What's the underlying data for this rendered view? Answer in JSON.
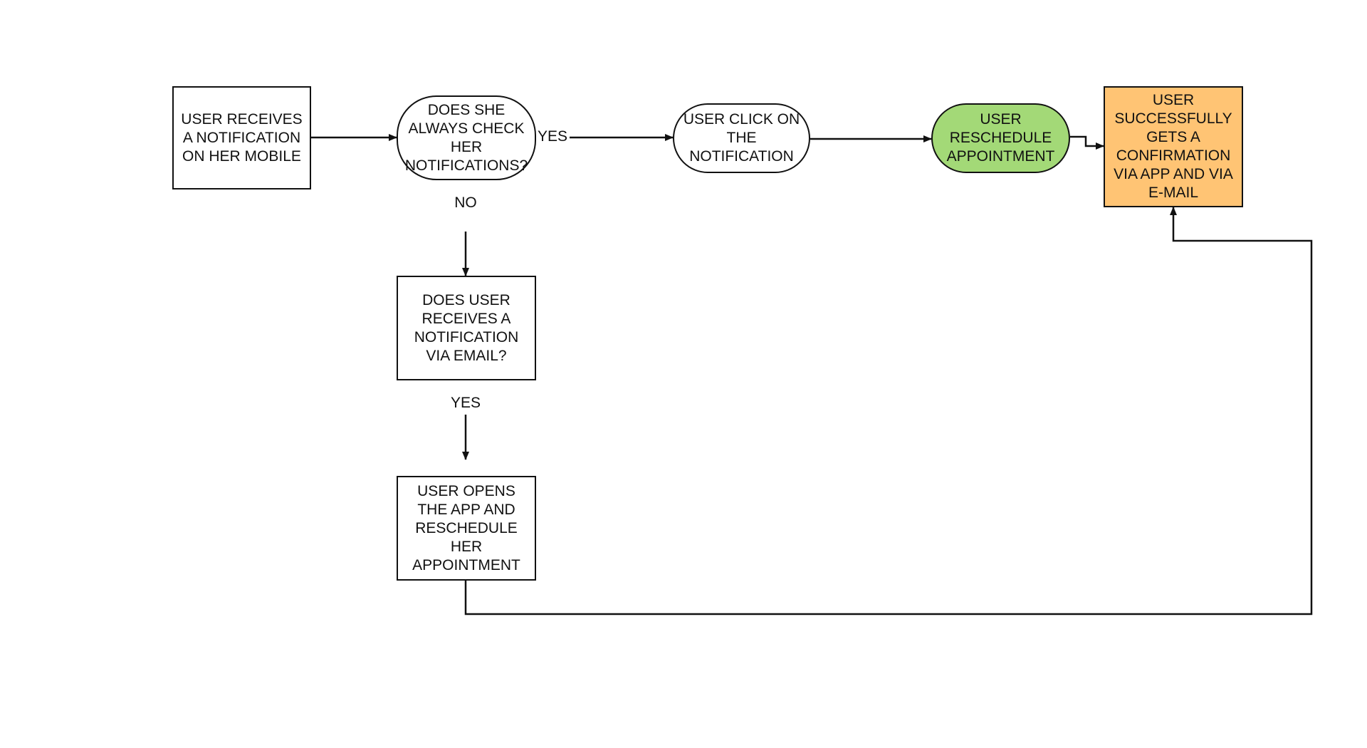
{
  "colors": {
    "line": "#111111",
    "reschedule_fill": "#a3d977",
    "confirmation_fill": "#ffc474",
    "default_fill": "#ffffff"
  },
  "nodes": {
    "receive_notification": "USER RECEIVES\nA NOTIFICATION\nON HER MOBILE",
    "check_notifications": "DOES SHE\nALWAYS CHECK\nHER\nNOTIFICATIONS?",
    "click_notification": "USER CLICK ON\nTHE\nNOTIFICATION",
    "reschedule": "USER\nRESCHEDULE\nAPPOINTMENT",
    "confirmation": "USER\nSUCCESSFULLY\nGETS A\nCONFIRMATION\nVIA APP AND VIA\nE-MAIL",
    "email_notification": "DOES USER\nRECEIVES A\nNOTIFICATION\nVIA EMAIL?",
    "opens_app": "USER OPENS\nTHE APP AND\nRESCHEDULE\nHER\nAPPOINTMENT"
  },
  "edge_labels": {
    "yes_check": "YES",
    "no_check": "NO",
    "yes_email": "YES"
  }
}
